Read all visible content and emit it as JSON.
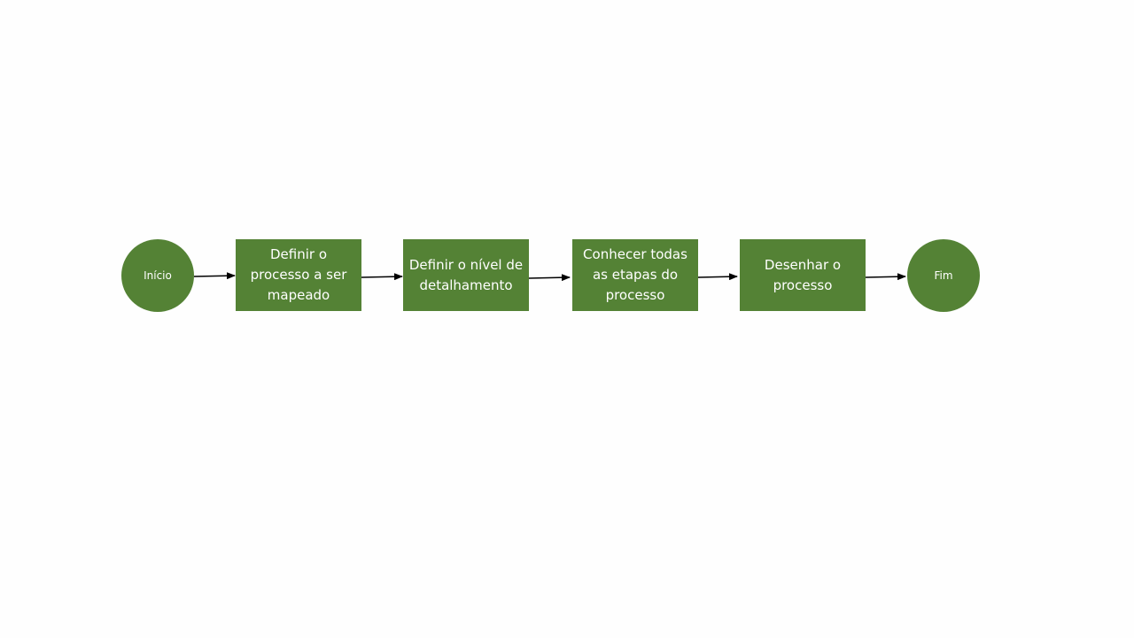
{
  "diagram": {
    "colors": {
      "node_fill": "#548235",
      "node_text": "#ffffff",
      "arrow": "#000000",
      "background": "#ffffff"
    },
    "nodes": [
      {
        "id": "start",
        "shape": "circle",
        "label": "Início"
      },
      {
        "id": "step1",
        "shape": "rect",
        "label": "Definir o processo a ser mapeado"
      },
      {
        "id": "step2",
        "shape": "rect",
        "label": "Definir o nível de detalhamento"
      },
      {
        "id": "step3",
        "shape": "rect",
        "label": "Conhecer todas as etapas do processo"
      },
      {
        "id": "step4",
        "shape": "rect",
        "label": "Desenhar o processo"
      },
      {
        "id": "end",
        "shape": "circle",
        "label": "Fim"
      }
    ],
    "edges": [
      {
        "from": "start",
        "to": "step1"
      },
      {
        "from": "step1",
        "to": "step2"
      },
      {
        "from": "step2",
        "to": "step3"
      },
      {
        "from": "step3",
        "to": "step4"
      },
      {
        "from": "step4",
        "to": "end"
      }
    ]
  }
}
